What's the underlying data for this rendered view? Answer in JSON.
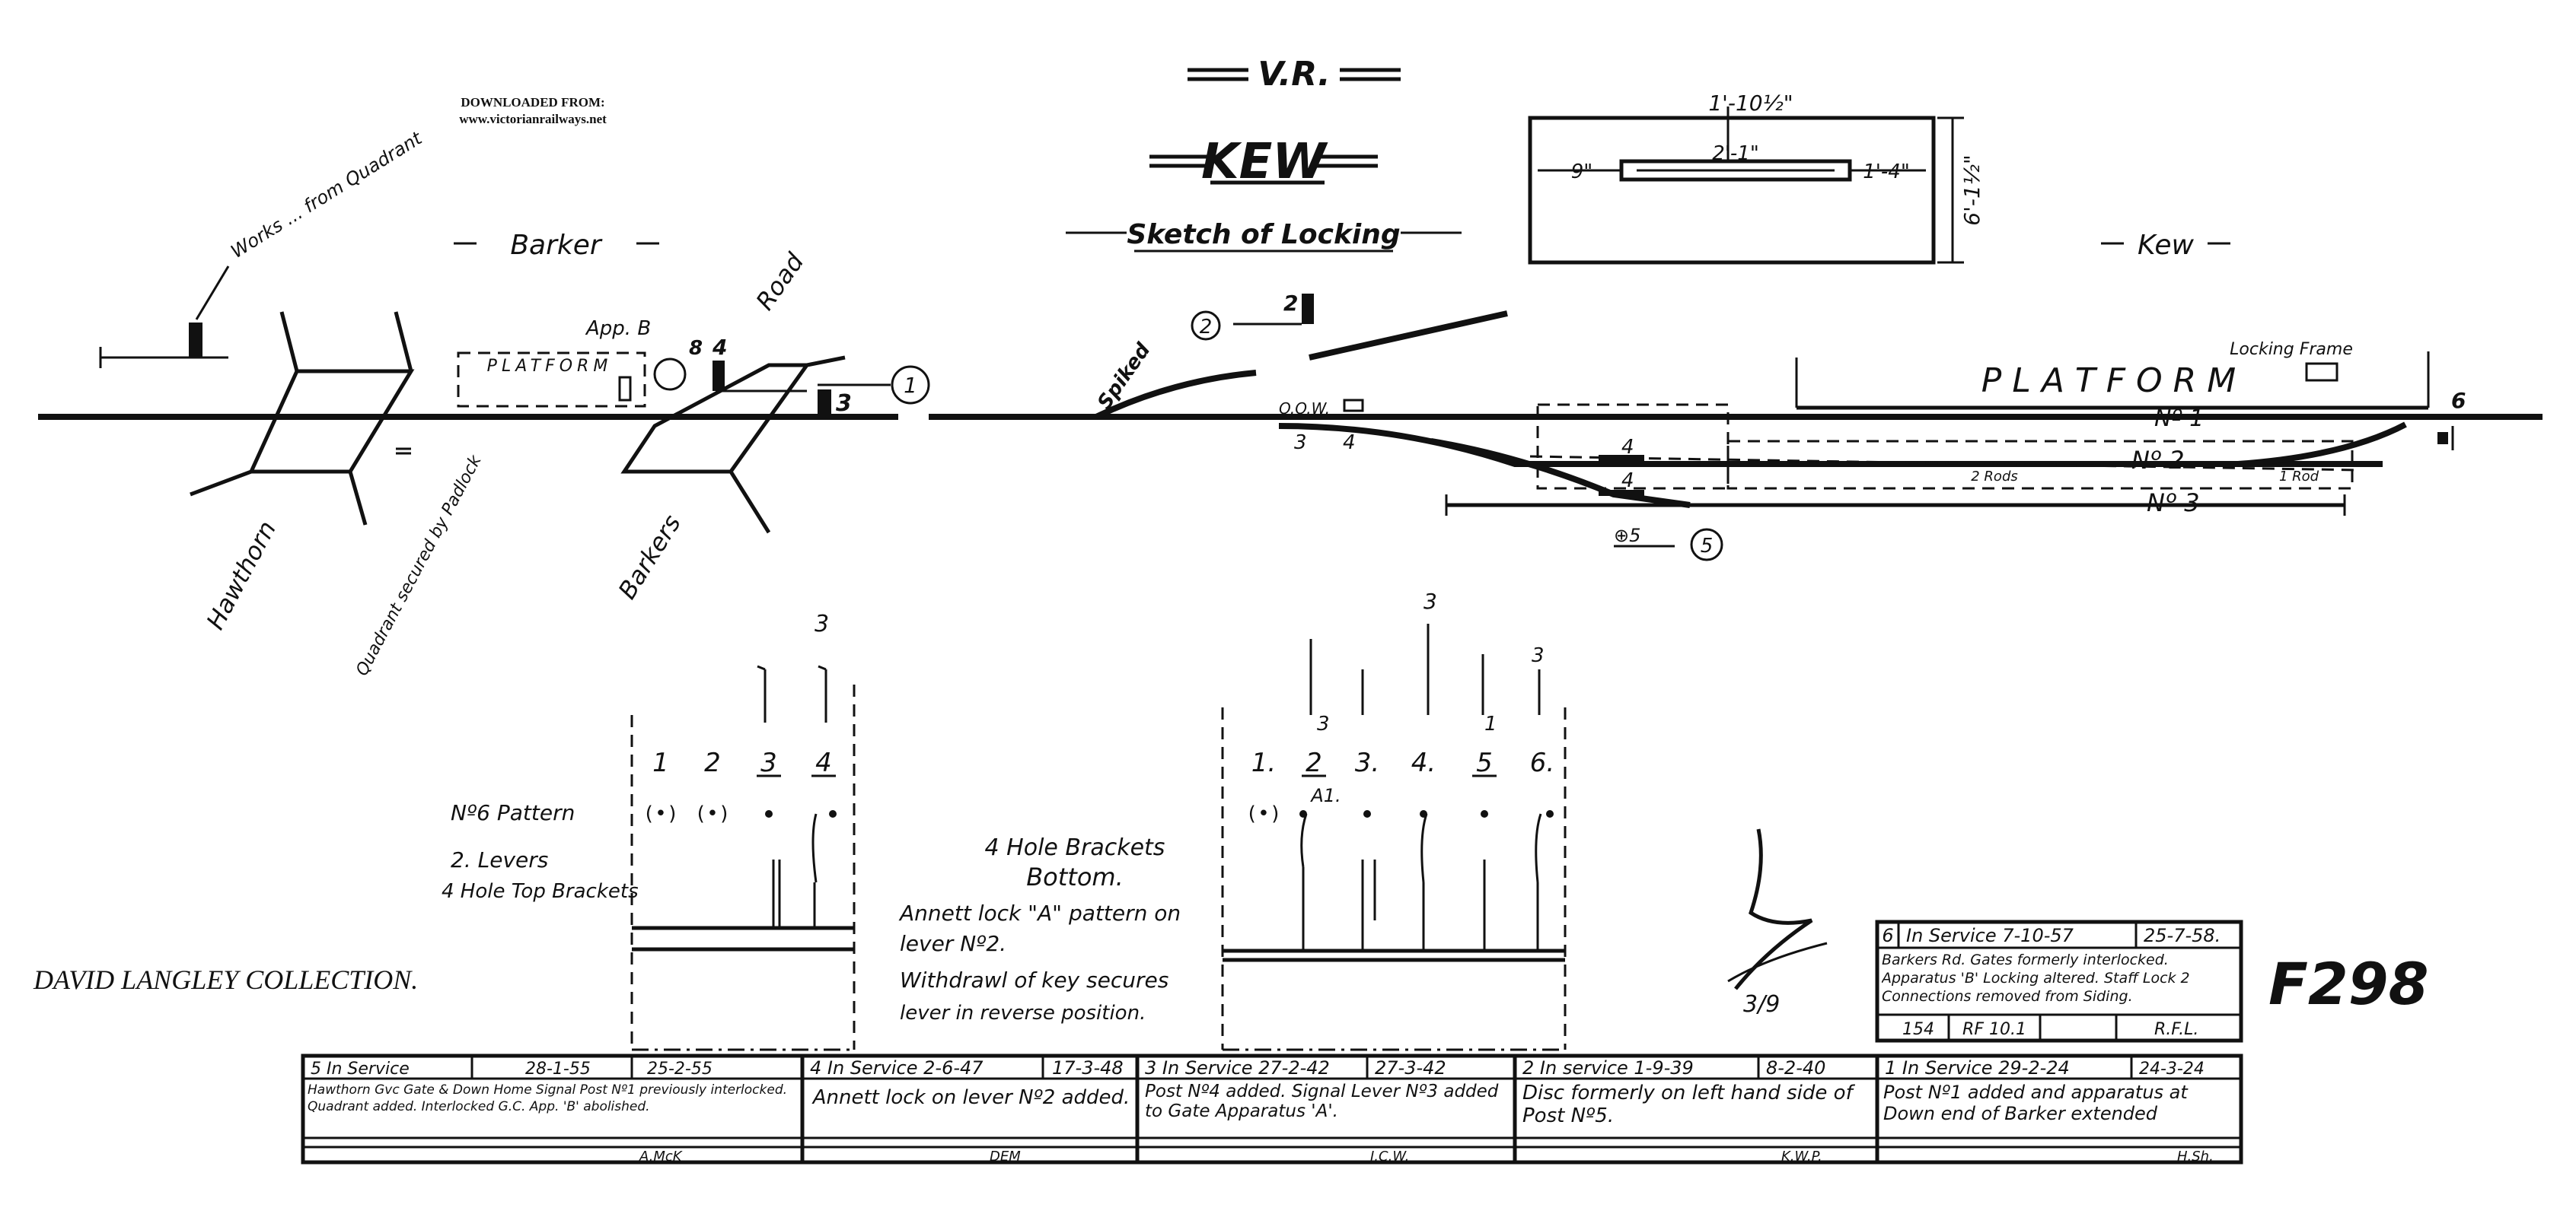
{
  "header": {
    "download_line1": "DOWNLOADED FROM:",
    "download_line2": "www.victorianrailways.net",
    "vr": "V.R.",
    "station": "KEW",
    "sketch": "Sketch of Locking",
    "barker": "Barker",
    "kew": "Kew",
    "collection": "DAVID LANGLEY COLLECTION.",
    "drawing_no": "F298"
  },
  "inset": {
    "dim_top": "1'-10½\"",
    "dim_left": "9\"",
    "dim_mid": "2'-1\"",
    "dim_right": "1'-4\"",
    "dim_side": "6'-1½\""
  },
  "barker_side": {
    "works_label": "Works ... from Quadrant",
    "platform": "PLATFORM",
    "app_b": "App. B",
    "road": "Road",
    "hawthorn": "Hawthorn",
    "quadrant": "Quadrant secured by Padlock",
    "barkers": "Barkers",
    "signal_1": "1",
    "signal_3": "3",
    "signal_4": "4",
    "signal_8": "8",
    "circle_1": "1"
  },
  "kew_side": {
    "spiked": "Spiked",
    "signal_2": "2",
    "circle_2": "2",
    "oow": "O.O.W.",
    "pt3": "3",
    "pt4": "4",
    "pt4a": "4",
    "pt4b": "4",
    "platform": "P L A T F O R M",
    "locking_frame": "Locking Frame",
    "road1": "Nº 1",
    "road2": "Nº 2",
    "road3": "Nº 3",
    "rods2": "2 Rods",
    "rod1": "1 Rod",
    "sig6": "6",
    "disc5": "⊕5",
    "circle_5": "5"
  },
  "frame_left": {
    "lever_numbers": [
      "1",
      "2",
      "3",
      "4"
    ],
    "top_marks": [
      "3"
    ],
    "notes": [
      "Nº6 Pattern",
      "2. Levers",
      "4 Hole Top Brackets"
    ]
  },
  "frame_right": {
    "lever_numbers": [
      "1.",
      "2",
      "3.",
      "4.",
      "5",
      "6."
    ],
    "top_marks": [
      "3",
      "3",
      "1",
      "3"
    ],
    "a1": "A1."
  },
  "middle_note": {
    "line1": "4 Hole Brackets",
    "line2": "Bottom.",
    "line3": "Annett lock \"A\" pattern on",
    "line4": "lever Nº2.",
    "line5": "Withdrawl of key secures",
    "line6": "lever in reverse position."
  },
  "revisions_right": {
    "row1": [
      "6",
      "In Service 7-10-57",
      "25-7-58."
    ],
    "row2": "Barkers Rd. Gates formerly interlocked. Apparatus 'B' Locking altered. Staff Lock 2 Connections removed from Siding.",
    "row3": [
      "154",
      "RF 10.1",
      "R.F.L."
    ]
  },
  "title_block": {
    "revisions": [
      {
        "head": "5 In Service",
        "date1": "28-1-55",
        "date2": "25-2-55",
        "body": "Hawthorn Gvc Gate & Down Home Signal Post Nº1 previously interlocked. Quadrant added. Interlocked G.C. App. 'B' abolished.",
        "sign": "A.McK"
      },
      {
        "head": "4 In Service 2-6-47",
        "date1": "17-3-48",
        "date2": "",
        "body": "Annett lock on lever Nº2 added.",
        "sign": "DEM"
      },
      {
        "head": "3 In Service 27-2-42",
        "date1": "27-3-42",
        "date2": "",
        "body": "Post Nº4 added. Signal Lever Nº3 added to Gate Apparatus 'A'.",
        "sign": "J.C.W."
      },
      {
        "head": "2 In service 1-9-39",
        "date1": "8-2-40",
        "date2": "",
        "body": "Disc formerly on left hand side of Post Nº5.",
        "sign": "K.W.P."
      },
      {
        "head": "1 In Service 29-2-24",
        "date1": "24-3-24",
        "date2": "",
        "body": "Post Nº1 added and apparatus at Down end of Barker extended",
        "sign": "H.Sh."
      }
    ]
  }
}
